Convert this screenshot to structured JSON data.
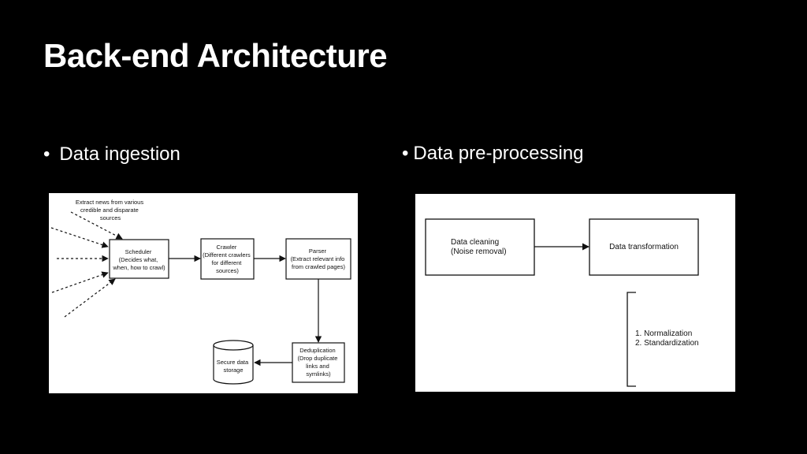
{
  "slide": {
    "title": "Back-end Architecture",
    "bullet_char": "•"
  },
  "left": {
    "bullet": "Data ingestion",
    "diagram": {
      "note": [
        "Extract news from various",
        "credible and disparate",
        "sources"
      ],
      "scheduler": [
        "Scheduler",
        "(Decides what,",
        "when, how to crawl)"
      ],
      "crawler": [
        "Crawler",
        "(Different crawlers",
        "for different",
        "sources)"
      ],
      "parser": [
        "Parser",
        "(Extract relevant info",
        "from crawled pages)"
      ],
      "dedup": [
        "Deduplication",
        "(Drop duplicate",
        "links and",
        "symlinks)"
      ],
      "storage": [
        "Secure data",
        "storage"
      ]
    }
  },
  "right": {
    "bullet": "Data pre-processing",
    "diagram": {
      "cleaning": [
        "Data cleaning",
        "(Noise removal)"
      ],
      "transformation": [
        "Data transformation"
      ],
      "steps": [
        "1. Normalization",
        "2. Standardization"
      ]
    }
  }
}
